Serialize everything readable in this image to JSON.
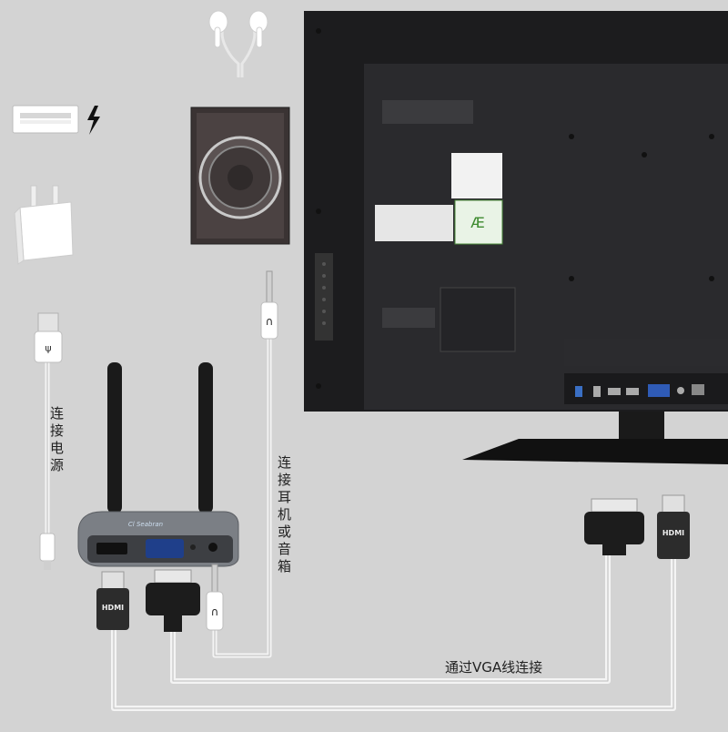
{
  "labels": {
    "power": "连接电源",
    "audio": "连接耳机或音箱",
    "vga": "通过VGA线连接"
  },
  "port_text": {
    "hdmi": "HDMI"
  },
  "colors": {
    "background": "#d3d3d3",
    "cable": "#f4f4f4",
    "tv_body": "#1c1c1e",
    "adapter_body": "#7b7f85"
  },
  "icons": [
    "earphones-icon",
    "usb-port-icon",
    "lightning-icon",
    "power-plug-icon",
    "speaker-icon",
    "usb-cable-icon",
    "audio-jack-icon",
    "hdmi-plug-icon",
    "vga-plug-icon"
  ]
}
